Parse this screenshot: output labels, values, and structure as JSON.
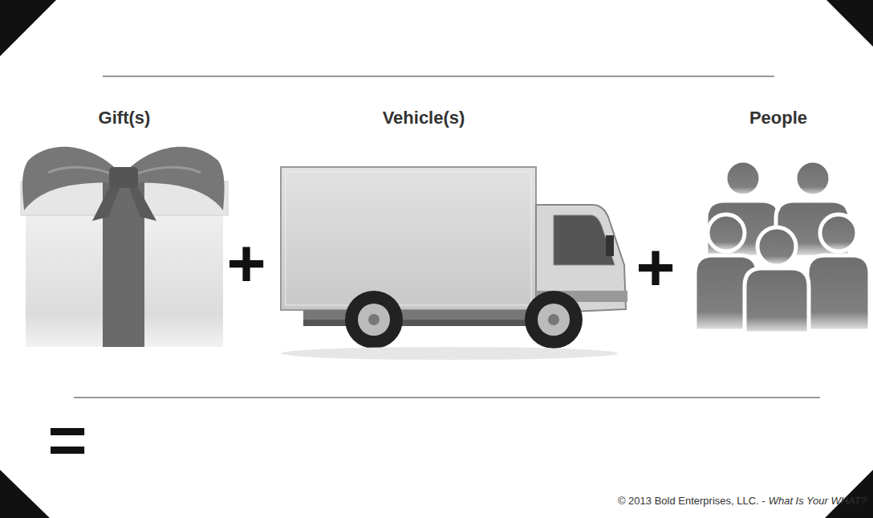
{
  "diagram": {
    "labels": [
      "Gift(s)",
      "Vehicle(s)",
      "People",
      "+",
      "+",
      "=",
      "© 2013 Bold Enterprises, LLC. -",
      "What Is Your WHAT?"
    ]
  }
}
